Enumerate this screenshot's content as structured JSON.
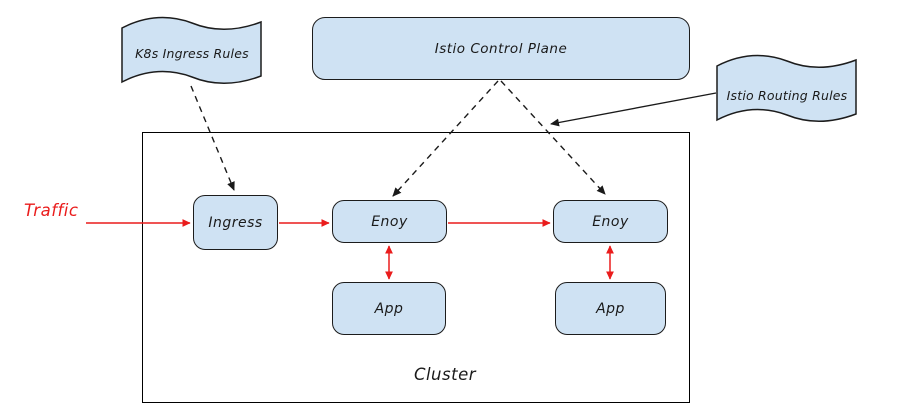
{
  "diagram": {
    "type": "architecture-diagram",
    "colors": {
      "node_fill": "#cfe2f3",
      "node_border": "#1c1c1c",
      "cluster_border": "#000000",
      "dashed_line": "#1a1a1a",
      "traffic_red": "#ea1c1c"
    },
    "external": {
      "k8s_rules": {
        "label": "K8s Ingress Rules",
        "shape": "wavy-flag"
      },
      "control_plane": {
        "label": "Istio Control Plane",
        "shape": "rounded-rect"
      },
      "routing_rules": {
        "label": "Istio Routing Rules",
        "shape": "wavy-flag"
      }
    },
    "cluster": {
      "label": "Cluster",
      "nodes": {
        "ingress": {
          "label": "Ingress"
        },
        "envoy1": {
          "label": "Enoy"
        },
        "envoy2": {
          "label": "Enoy"
        },
        "app1": {
          "label": "App"
        },
        "app2": {
          "label": "App"
        }
      }
    },
    "traffic_label": "Traffic",
    "edges": [
      {
        "from": "traffic",
        "to": "ingress",
        "style": "solid-red-arrow"
      },
      {
        "from": "ingress",
        "to": "envoy1",
        "style": "solid-red-arrow"
      },
      {
        "from": "envoy1",
        "to": "envoy2",
        "style": "solid-red-arrow"
      },
      {
        "from": "envoy1",
        "to": "app1",
        "style": "double-red-arrow"
      },
      {
        "from": "envoy2",
        "to": "app2",
        "style": "double-red-arrow"
      },
      {
        "from": "k8s_rules",
        "to": "ingress",
        "style": "dashed-black-arrow"
      },
      {
        "from": "control_plane",
        "to": "envoy1",
        "style": "dashed-black-arrow"
      },
      {
        "from": "control_plane",
        "to": "envoy2",
        "style": "dashed-black-arrow"
      },
      {
        "from": "routing_rules",
        "to": "control-plane-envoy2-link",
        "style": "solid-black-arrow"
      }
    ]
  }
}
